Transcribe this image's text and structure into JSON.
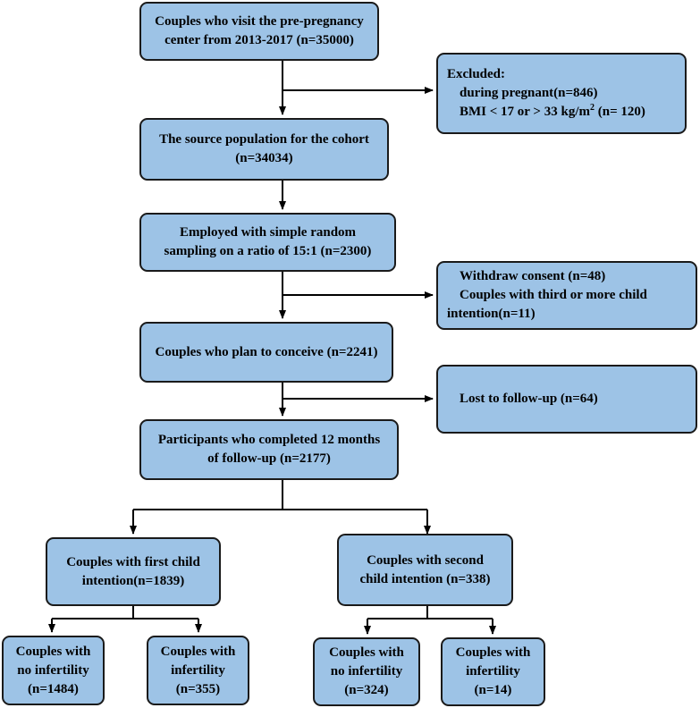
{
  "flowchart": {
    "boxes": {
      "visit": [
        "Couples who visit the pre-pregnancy",
        "center from 2013-2017 (n=35000)"
      ],
      "source": [
        "The source population for the cohort",
        "(n=34034)"
      ],
      "employed": [
        "Employed with simple random",
        "sampling on a ratio of 15:1 (n=2300)"
      ],
      "plan": [
        "Couples who plan to conceive (n=2241)"
      ],
      "completed": [
        "Participants who completed 12 months",
        "of follow-up (n=2177)"
      ],
      "first": [
        "Couples with first child",
        "intention(n=1839)"
      ],
      "second": [
        "Couples with second",
        "child intention (n=338)"
      ],
      "first_no_inf": [
        "Couples with",
        "no infertility",
        "(n=1484)"
      ],
      "first_inf": [
        "Couples with",
        "infertility",
        "(n=355)"
      ],
      "second_no_inf": [
        "Couples with",
        "no infertility",
        "(n=324)"
      ],
      "second_inf": [
        "Couples with",
        "infertility",
        "(n=14)"
      ]
    },
    "excluded": {
      "title": "Excluded:",
      "pregnant": "during pregnant(n=846)",
      "bmi_before_sup": "BMI < 17 or > 33 kg/m",
      "bmi_sup": "2",
      "bmi_after_sup": " (n= 120)"
    },
    "withdraw": [
      "Withdraw consent (n=48)",
      "Couples with third or more child",
      "intention(n=11)"
    ],
    "lost": [
      "Lost to follow-up (n=64)"
    ]
  },
  "colors": {
    "box_fill": "#9dc3e6",
    "border": "#1a1a1a",
    "arrow": "#000000"
  }
}
